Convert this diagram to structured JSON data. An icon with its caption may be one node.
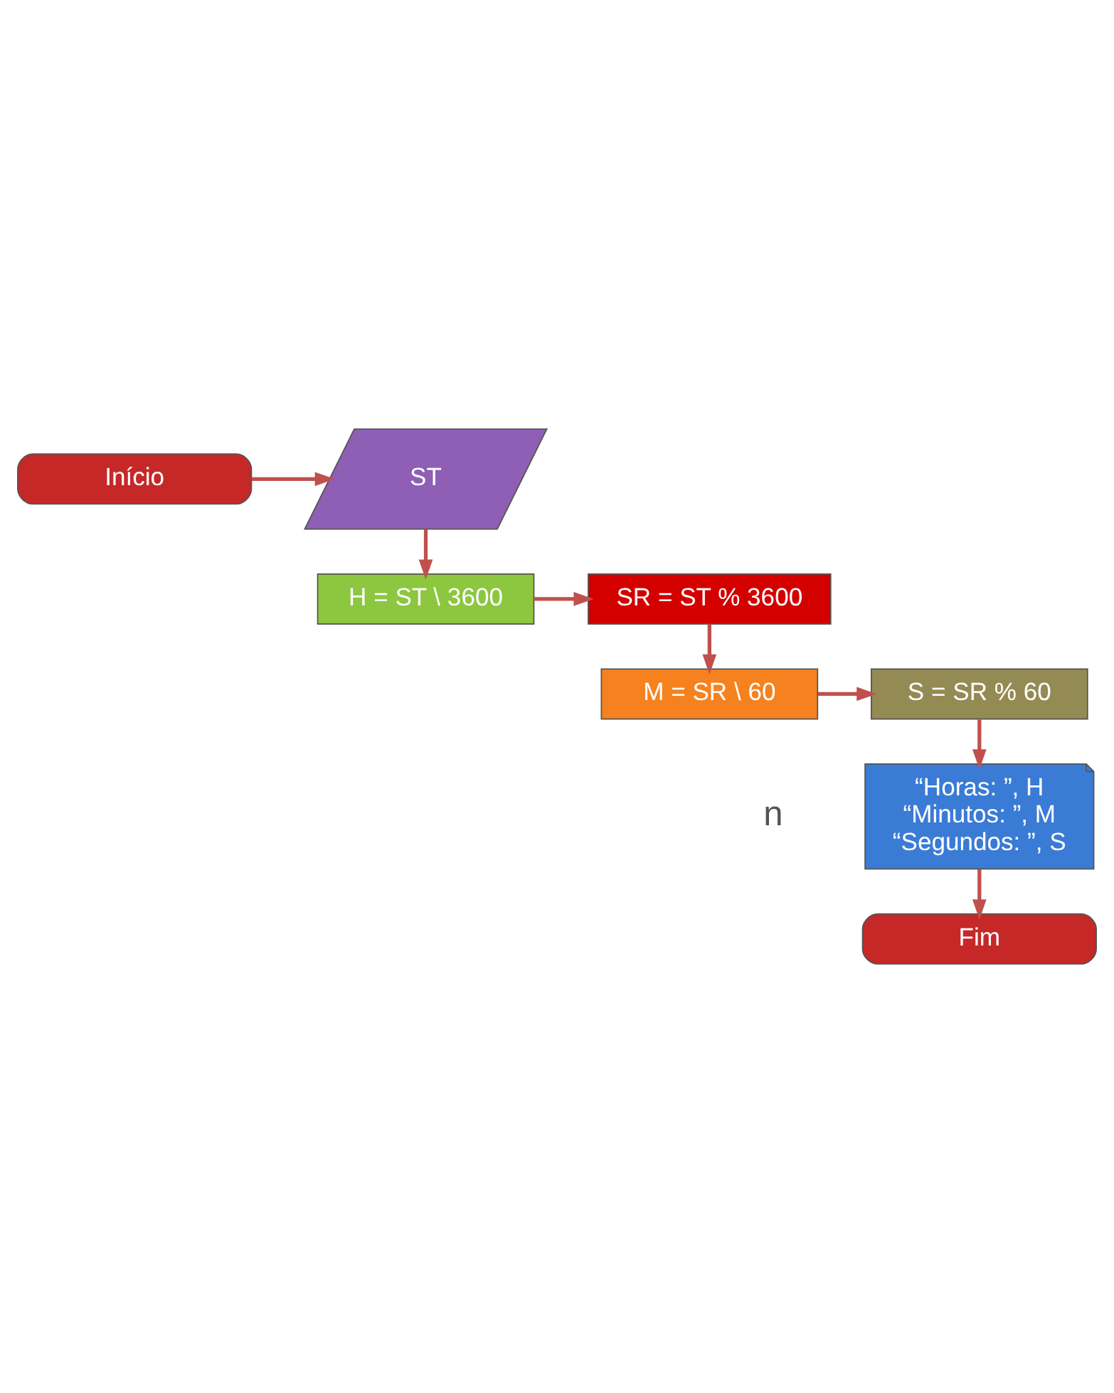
{
  "diagram": {
    "nodes": [
      {
        "text": [
          "Início"
        ]
      },
      {
        "text": [
          "ST"
        ]
      },
      {
        "text": [
          "H = ST \\ 3600"
        ]
      },
      {
        "text": [
          "SR = ST % 3600"
        ]
      },
      {
        "text": [
          "M = SR \\ 60"
        ]
      },
      {
        "text": [
          "S = SR % 60"
        ]
      },
      {
        "text": [
          "“Horas: ”, H",
          "“Minutos: ”, M",
          "“Segundos: ”, S"
        ]
      },
      {
        "text": [
          "Fim"
        ]
      }
    ],
    "edges": [
      {
        "from": 0,
        "to": 1,
        "arrow": "to"
      },
      {
        "from": 1,
        "to": 2,
        "arrow": "to"
      },
      {
        "from": 2,
        "to": 3,
        "arrow": "to"
      },
      {
        "from": 3,
        "to": 4,
        "arrow": "to"
      },
      {
        "from": 4,
        "to": 5,
        "arrow": "to"
      },
      {
        "from": 5,
        "to": 6,
        "arrow": "to"
      },
      {
        "from": 6,
        "to": 7,
        "arrow": "to"
      }
    ],
    "labels": [
      "n"
    ]
  }
}
